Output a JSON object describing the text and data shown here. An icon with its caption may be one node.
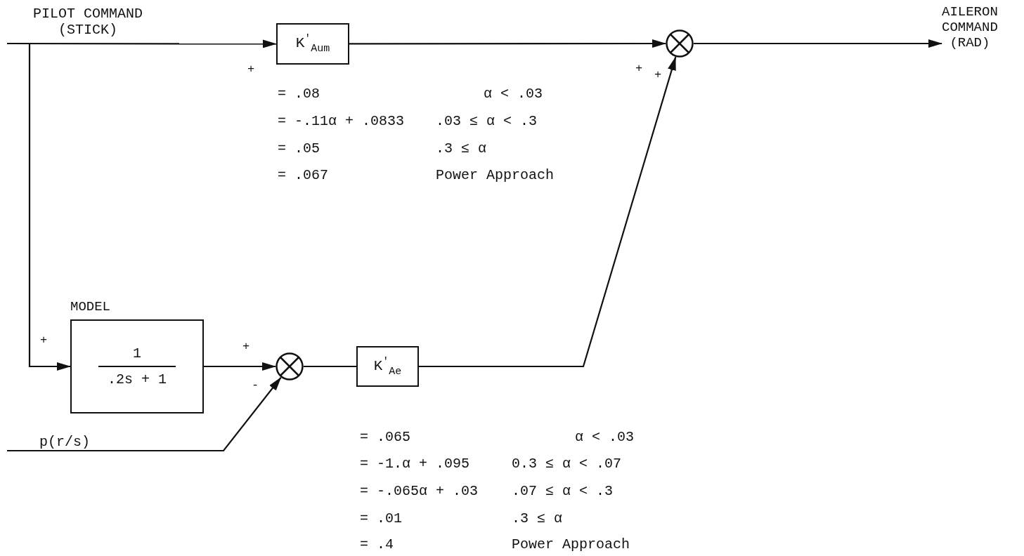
{
  "diagram": {
    "nodes": [
      {
        "text": [
          "K$^{'}$$_{Au}$$_{m}$"
        ]
      },
      {
        "text": [],
        "shape": "circle"
      },
      {
        "text": [
          "AILERON COMMAND (RAD)"
        ]
      },
      {
        "text": [
          "MODEL",
          "1",
          ".2s + 1"
        ]
      },
      {
        "text": [],
        "shape": "circle"
      },
      {
        "text": [
          "K$^{'}$$_{Ae}$"
        ]
      }
    ],
    "edges": [
      {
        "from": null,
        "to": 0,
        "arrow": "to",
        "label": "+"
      },
      {
        "from": null,
        "to": 3,
        "arrow": "to",
        "label": "+"
      },
      {
        "from": 0,
        "to": 1,
        "arrow": "to",
        "label": "+"
      },
      {
        "from": 3,
        "to": 4,
        "arrow": "to",
        "label": "+"
      },
      {
        "from": null,
        "to": 4,
        "arrow": "to",
        "label": "-"
      },
      {
        "from": 4,
        "to": 5,
        "arrow": "none"
      },
      {
        "from": 5,
        "to": 1,
        "arrow": "to",
        "label": "+"
      },
      {
        "from": 1,
        "to": 2,
        "arrow": "to"
      }
    ],
    "labels": [
      "PILOT COMMAND (STICK)",
      "p(r/s)",
      "= .08",
      "α < .03",
      "= -.11α + .0833",
      ".03 ≤ α < .3",
      "= .05",
      ".3 ≤ α",
      "= .067",
      "Power Approach",
      "= .065",
      "α < .03",
      "= -1.α + .095",
      "0.3 ≤ α < .07",
      "= -.065α + .03",
      ".07 ≤ α < .3",
      "= .01",
      ".3 ≤ α",
      "= .4",
      "Power Approach"
    ]
  }
}
